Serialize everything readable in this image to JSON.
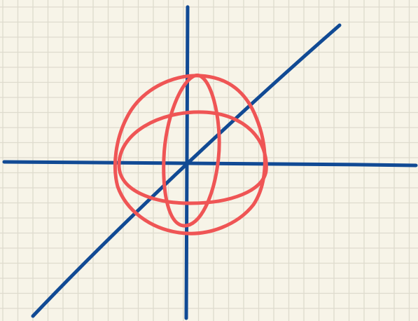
{
  "colors": {
    "paper": "#f7f4e8",
    "grid": "#dedbcd",
    "axis": "#114a94",
    "sphere": "#ef5555"
  },
  "grid": {
    "visible": true
  },
  "elements": {
    "axes": [
      "vertical-axis",
      "horizontal-axis",
      "diagonal-axis"
    ],
    "sphere": [
      "outer-circle",
      "equator-ellipse",
      "meridian-ellipse"
    ]
  }
}
